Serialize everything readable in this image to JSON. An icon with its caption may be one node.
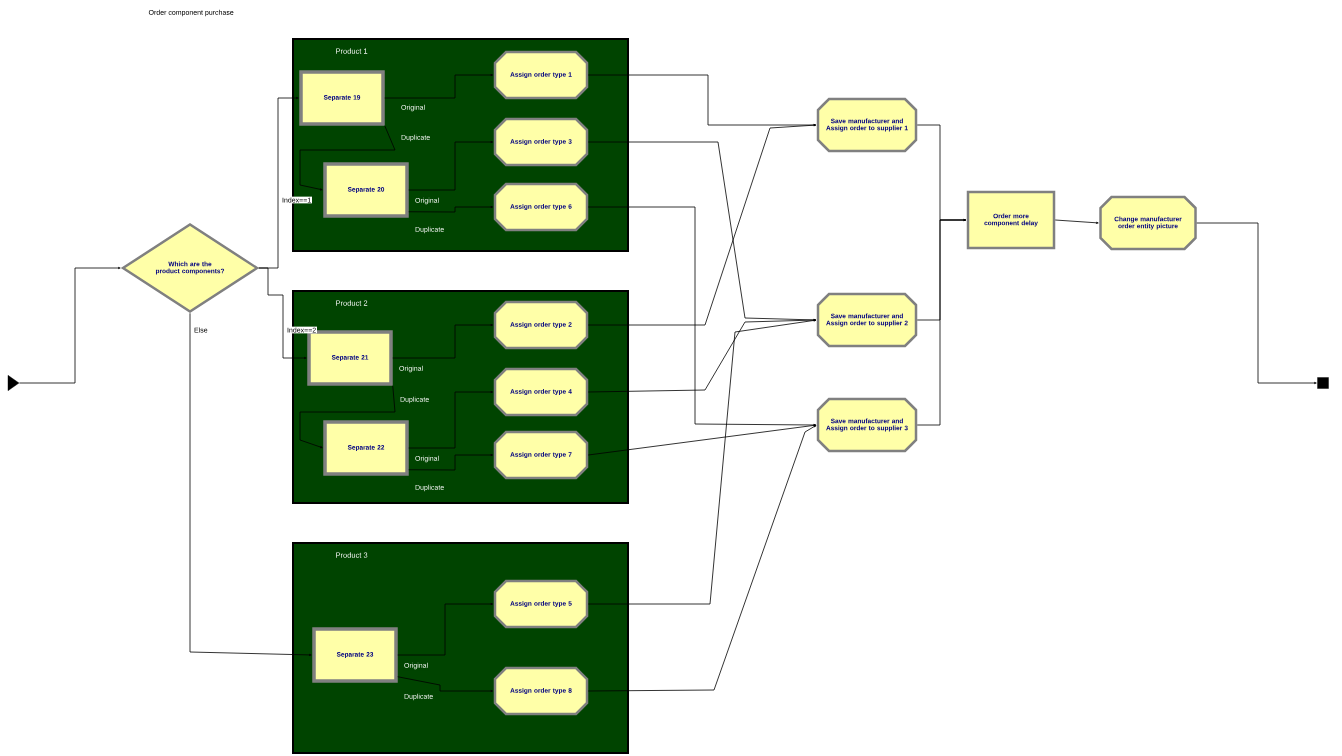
{
  "diagram": {
    "title": "Order component purchase",
    "nodes": [
      {
        "text": [],
        "shape": "triangle"
      },
      {
        "text": [
          "Which are the product components?"
        ]
      },
      {
        "text": [
          "Product 1"
        ]
      },
      {
        "text": [
          "Separate 19"
        ],
        "in": 2
      },
      {
        "text": [
          "Assign order type 1"
        ],
        "in": 2
      },
      {
        "text": [
          "Assign order type 3"
        ],
        "in": 2
      },
      {
        "text": [
          "Separate 20"
        ],
        "in": 2
      },
      {
        "text": [
          "Assign order type 6"
        ],
        "in": 2
      },
      {
        "text": [
          "Product 2"
        ]
      },
      {
        "text": [
          "Separate 21"
        ],
        "in": 8
      },
      {
        "text": [
          "Assign order type 2"
        ],
        "in": 8
      },
      {
        "text": [
          "Assign order type 4"
        ],
        "in": 8
      },
      {
        "text": [
          "Separate 22"
        ],
        "in": 8
      },
      {
        "text": [
          "Assign order type 7"
        ],
        "in": 8
      },
      {
        "text": [
          "Product 3"
        ]
      },
      {
        "text": [
          "Separate 23"
        ],
        "in": 14
      },
      {
        "text": [
          "Assign order type 5"
        ],
        "in": 14
      },
      {
        "text": [
          "Assign order type 8"
        ],
        "in": 14
      },
      {
        "text": [
          "Save manufacturer and Assign order to supplier 1"
        ]
      },
      {
        "text": [
          "Save manufacturer and Assign order to supplier 2"
        ]
      },
      {
        "text": [
          "Save manufacturer and Assign order to supplier 3"
        ]
      },
      {
        "text": [
          "Order more component delay"
        ]
      },
      {
        "text": [
          "Change manufacturer order entity picture"
        ]
      },
      {
        "text": [],
        "shape": "box"
      }
    ],
    "edges": [
      {
        "from": 0,
        "to": 1,
        "arrow": "to"
      },
      {
        "from": 1,
        "to": 3,
        "arrow": "to",
        "label": "Index==1"
      },
      {
        "from": 1,
        "to": 9,
        "arrow": "to",
        "label": "Index==2"
      },
      {
        "from": 1,
        "to": 15,
        "arrow": "to",
        "label": "Else"
      },
      {
        "from": 3,
        "to": 4,
        "arrow": "to",
        "label": "Original"
      },
      {
        "from": 3,
        "to": 6,
        "arrow": "to",
        "label": "Duplicate"
      },
      {
        "from": 6,
        "to": 5,
        "arrow": "to",
        "label": "Original"
      },
      {
        "from": 6,
        "to": 7,
        "arrow": "to",
        "label": "Duplicate"
      },
      {
        "from": 9,
        "to": 10,
        "arrow": "to",
        "label": "Original"
      },
      {
        "from": 9,
        "to": 12,
        "arrow": "to",
        "label": "Duplicate"
      },
      {
        "from": 12,
        "to": 11,
        "arrow": "to",
        "label": "Original"
      },
      {
        "from": 12,
        "to": 13,
        "arrow": "to",
        "label": "Duplicate"
      },
      {
        "from": 15,
        "to": 16,
        "arrow": "to",
        "label": "Original"
      },
      {
        "from": 15,
        "to": 17,
        "arrow": "to",
        "label": "Duplicate"
      },
      {
        "from": 4,
        "to": 18,
        "arrow": "to"
      },
      {
        "from": 5,
        "to": 19,
        "arrow": "to"
      },
      {
        "from": 7,
        "to": 20,
        "arrow": "to"
      },
      {
        "from": 10,
        "to": 18,
        "arrow": "to"
      },
      {
        "from": 11,
        "to": 19,
        "arrow": "to"
      },
      {
        "from": 13,
        "to": 20,
        "arrow": "to"
      },
      {
        "from": 16,
        "to": 19,
        "arrow": "to"
      },
      {
        "from": 17,
        "to": 20,
        "arrow": "to"
      },
      {
        "from": 18,
        "to": 21,
        "arrow": "to"
      },
      {
        "from": 19,
        "to": 21,
        "arrow": "to"
      },
      {
        "from": 20,
        "to": 21,
        "arrow": "to"
      },
      {
        "from": 21,
        "to": 22,
        "arrow": "to"
      },
      {
        "from": 22,
        "to": 23,
        "arrow": "to"
      }
    ]
  }
}
